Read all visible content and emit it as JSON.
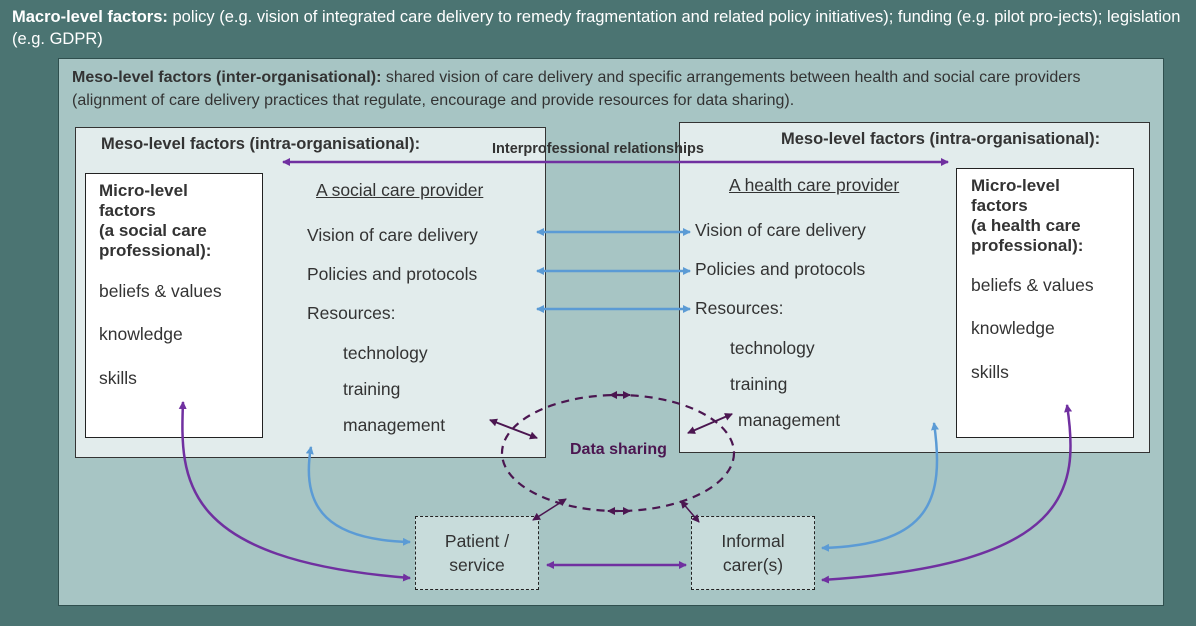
{
  "macro": {
    "label": "Macro-level factors:",
    "text": " policy (e.g. vision of integrated care delivery to remedy fragmentation and related policy initiatives); funding (e.g. pilot pro-jects); legislation (e.g. GDPR)"
  },
  "meso_inter": {
    "label": "Meso-level factors (inter-organisational):",
    "text": " shared vision of care delivery and specific arrangements between health and social care providers (alignment of care delivery practices that regulate, encourage and provide resources for data sharing)."
  },
  "interprofessional": "Interprofessional relationships",
  "data_sharing": "Data sharing",
  "social": {
    "meso_label": "Meso-level factors (intra-organisational):",
    "provider": "A social care provider",
    "vision": "Vision of care delivery",
    "policies": "Policies and protocols",
    "resources": "Resources:",
    "technology": "technology",
    "training": "training",
    "management": "management",
    "micro_h1": "Micro-level",
    "micro_h2": "factors",
    "micro_h3": "(a social care",
    "micro_h4": "professional):",
    "beliefs": "beliefs & values",
    "knowledge": "knowledge",
    "skills": "skills"
  },
  "health": {
    "meso_label": "Meso-level factors (intra-organisational):",
    "provider": "A health care provider",
    "vision": "Vision of care delivery",
    "policies": "Policies and protocols",
    "resources": "Resources:",
    "technology": "technology",
    "training": "training",
    "management": "management",
    "micro_h1": "Micro-level",
    "micro_h2": "factors",
    "micro_h3": "(a health care",
    "micro_h4": "professional):",
    "beliefs": "beliefs & values",
    "knowledge": "knowledge",
    "skills": "skills"
  },
  "patient": {
    "line1": "Patient /",
    "line2": "service"
  },
  "carer": {
    "line1": "Informal",
    "line2": "carer(s)"
  },
  "colors": {
    "background": "#4b7472",
    "inter_box": "#a7c5c4",
    "org_box": "#e2ecec",
    "purple": "#7030a0",
    "blue": "#5b9bd5",
    "dark_purple": "#4b1650"
  }
}
